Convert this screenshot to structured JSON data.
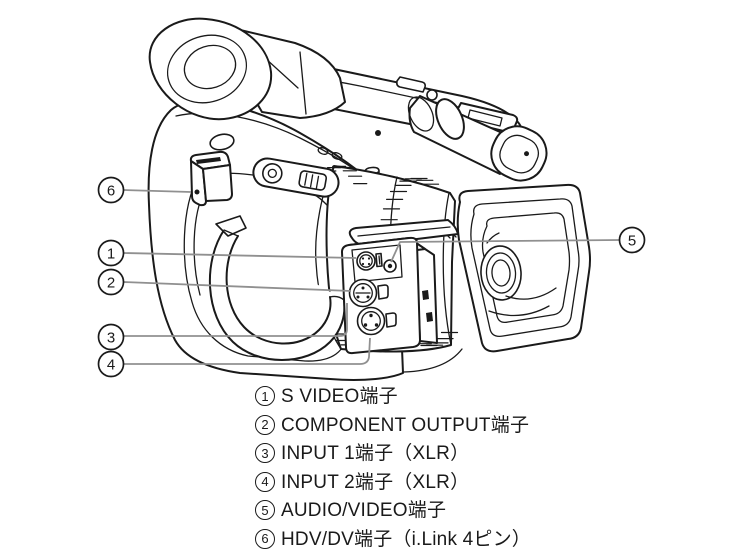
{
  "colors": {
    "ink": "#1a1a1a",
    "callout_line": "#909090",
    "paper": "#ffffff"
  },
  "figure": {
    "description": "Line drawing of an HDV camcorder (front-left three-quarter view) with numbered callouts pointing to its jacks"
  },
  "callouts": [
    {
      "num": "1",
      "target": "s-video-jack"
    },
    {
      "num": "2",
      "target": "component-output-jack"
    },
    {
      "num": "3",
      "target": "input1-xlr-jack"
    },
    {
      "num": "4",
      "target": "input2-xlr-jack"
    },
    {
      "num": "5",
      "target": "audio-video-jack"
    },
    {
      "num": "6",
      "target": "hdv-dv-ilink-jack"
    }
  ],
  "legend": {
    "items": [
      {
        "num": "1",
        "label": "S VIDEO端子"
      },
      {
        "num": "2",
        "label": "COMPONENT OUTPUT端子"
      },
      {
        "num": "3",
        "label": "INPUT 1端子（XLR）"
      },
      {
        "num": "4",
        "label": "INPUT 2端子（XLR）"
      },
      {
        "num": "5",
        "label": "AUDIO/VIDEO端子"
      },
      {
        "num": "6",
        "label": "HDV/DV端子（i.Link 4ピン）"
      }
    ]
  }
}
